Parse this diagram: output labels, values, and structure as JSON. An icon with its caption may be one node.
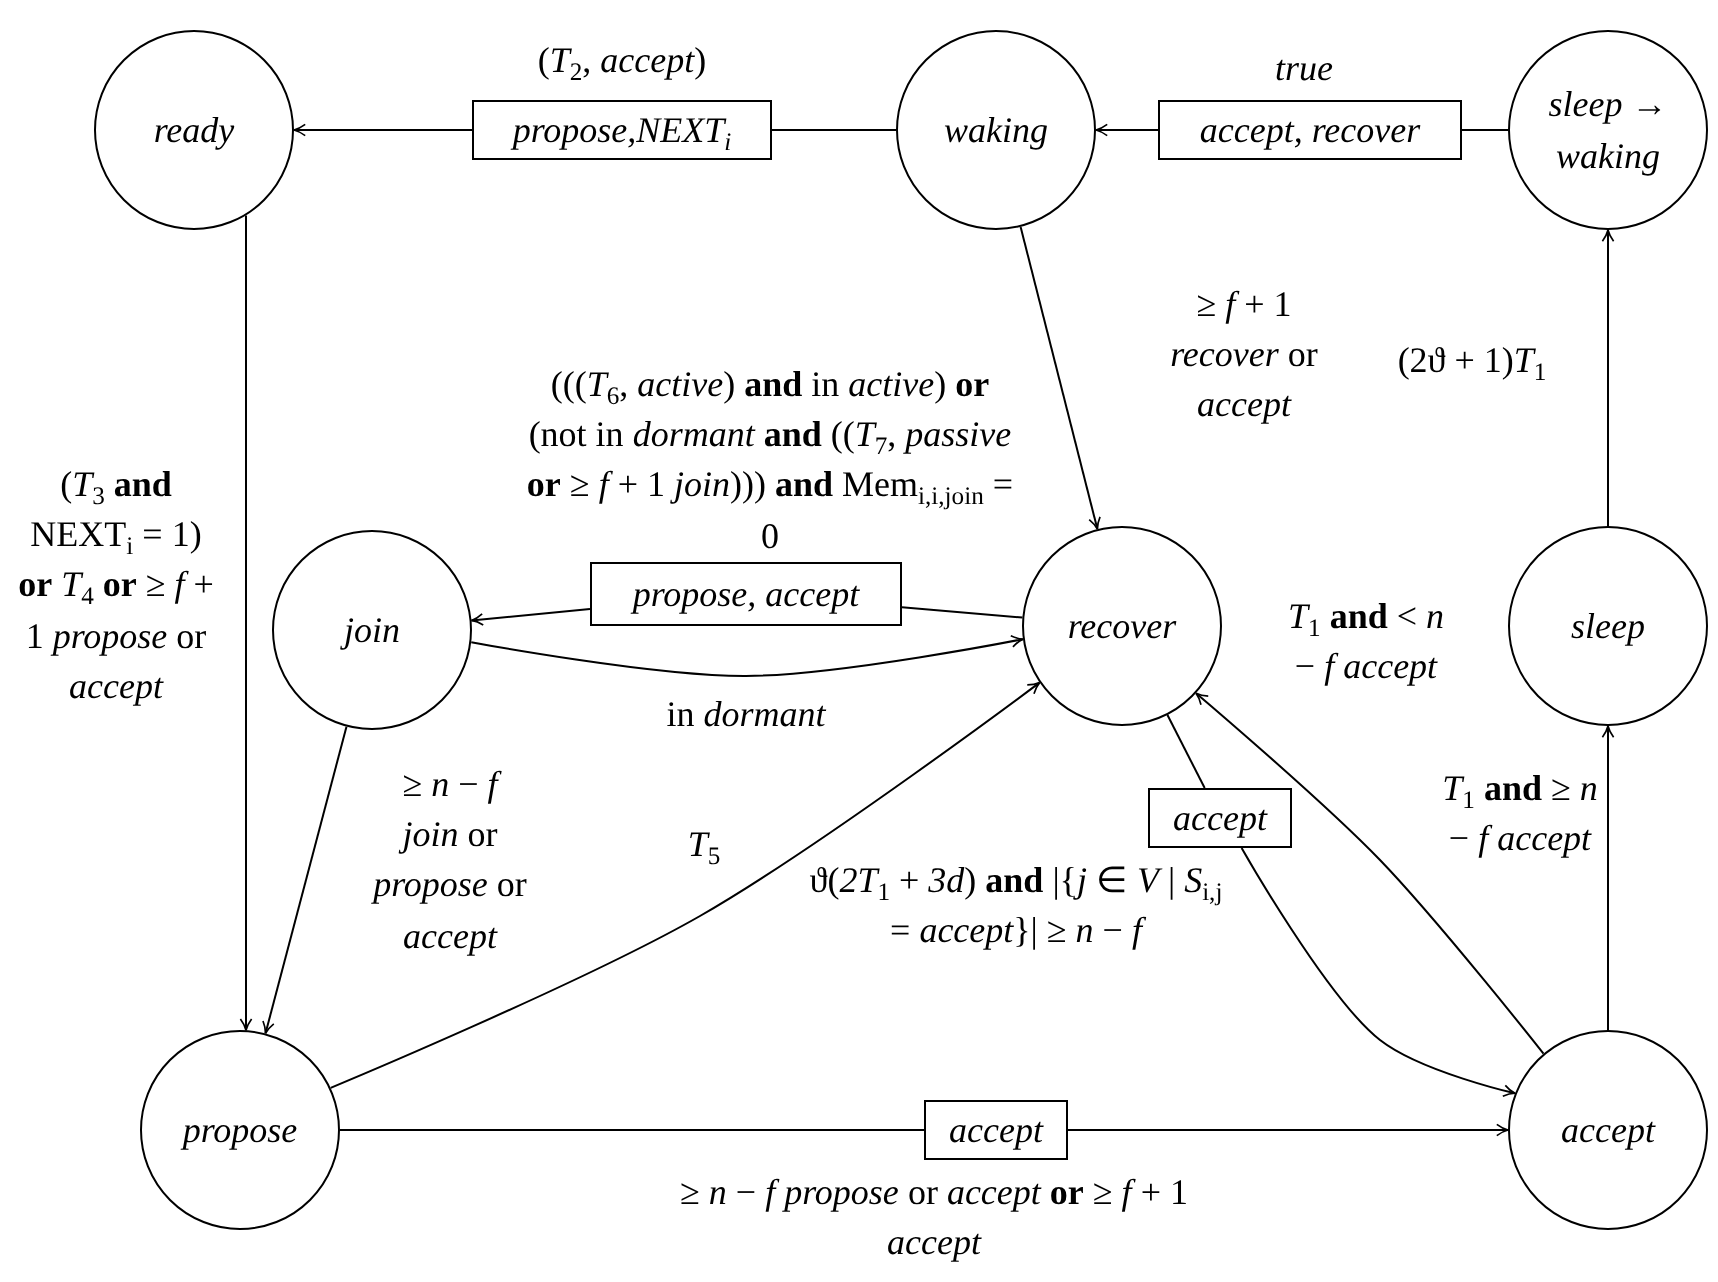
{
  "diagram": {
    "nodes": [
      {
        "text": [
          "ready"
        ]
      },
      {
        "text": [
          "propose,NEXT$_{i}$"
        ],
        "beside": [
          "(*T*$_{2}$, *accept*)"
        ]
      },
      {
        "text": [
          "waking"
        ]
      },
      {
        "text": [
          "accept, recover"
        ],
        "beside": [
          "*true*"
        ]
      },
      {
        "text": [
          "sleep → waking"
        ]
      },
      {
        "text": [
          "join"
        ]
      },
      {
        "text": [
          "propose, accept"
        ]
      },
      {
        "text": [
          "recover"
        ]
      },
      {
        "text": [
          "sleep"
        ]
      },
      {
        "text": [
          "accept"
        ]
      },
      {
        "text": [
          "propose"
        ]
      },
      {
        "text": [
          "accept"
        ]
      },
      {
        "text": [
          "accept"
        ]
      }
    ],
    "edges": [
      {
        "from": 2,
        "to": 1,
        "arrow": "none"
      },
      {
        "from": 1,
        "to": 0,
        "arrow": "to"
      },
      {
        "from": 4,
        "to": 3,
        "arrow": "none"
      },
      {
        "from": 3,
        "to": 2,
        "arrow": "to"
      },
      {
        "from": 2,
        "to": 7,
        "arrow": "to",
        "label": "≥ *f* + 1 *recover* or *accept*"
      },
      {
        "from": 0,
        "to": 10,
        "arrow": "to",
        "label": "(*T*$_{3}$ **and** NEXT$_{i}$ = 1) **or** *T*$_{4}$ **or** ≥ *f* + 1 *propose* or *accept*"
      },
      {
        "from": 7,
        "to": 6,
        "arrow": "none",
        "label": "(((*T*$_{6}$, *active*) **and** in *active*) **or** (not in *dormant* **and** ((*T*$_{7}$, *passive* **or** ≥ *f* + 1 *join*))) **and** Mem$_{i,i,join}$ = 0"
      },
      {
        "from": 6,
        "to": 5,
        "arrow": "to"
      },
      {
        "from": 5,
        "to": 7,
        "arrow": "to",
        "label": "in *dormant*"
      },
      {
        "from": 5,
        "to": 10,
        "arrow": "to",
        "label": "≥ *n* − *f* *join* or *propose* or *accept*"
      },
      {
        "from": 10,
        "to": 7,
        "arrow": "to",
        "label": "*T*$_{5}$"
      },
      {
        "from": 7,
        "to": 9,
        "arrow": "none"
      },
      {
        "from": 9,
        "to": 12,
        "arrow": "to",
        "label": "ϑ(*2T*$_{1}$ + *3d*) **and** |{*j* ∈ *V* | *S*$_{i,j}$ = *accept*}| ≥ *n* − *f*"
      },
      {
        "from": 12,
        "to": 7,
        "arrow": "to",
        "label": "*T*$_{1}$ **and** < *n* − *f* *accept*"
      },
      {
        "from": 12,
        "to": 8,
        "arrow": "to",
        "label": "*T*$_{1}$ **and** ≥ *n* − *f* *accept*"
      },
      {
        "from": 8,
        "to": 4,
        "arrow": "to",
        "label": "(2ϑ + 1)*T*$_{1}$"
      },
      {
        "from": 10,
        "to": 11,
        "arrow": "none",
        "label": "≥ *n* − *f* *propose* or *accept* **or** ≥ *f* + 1 *accept*"
      },
      {
        "from": 11,
        "to": 12,
        "arrow": "to"
      }
    ]
  }
}
